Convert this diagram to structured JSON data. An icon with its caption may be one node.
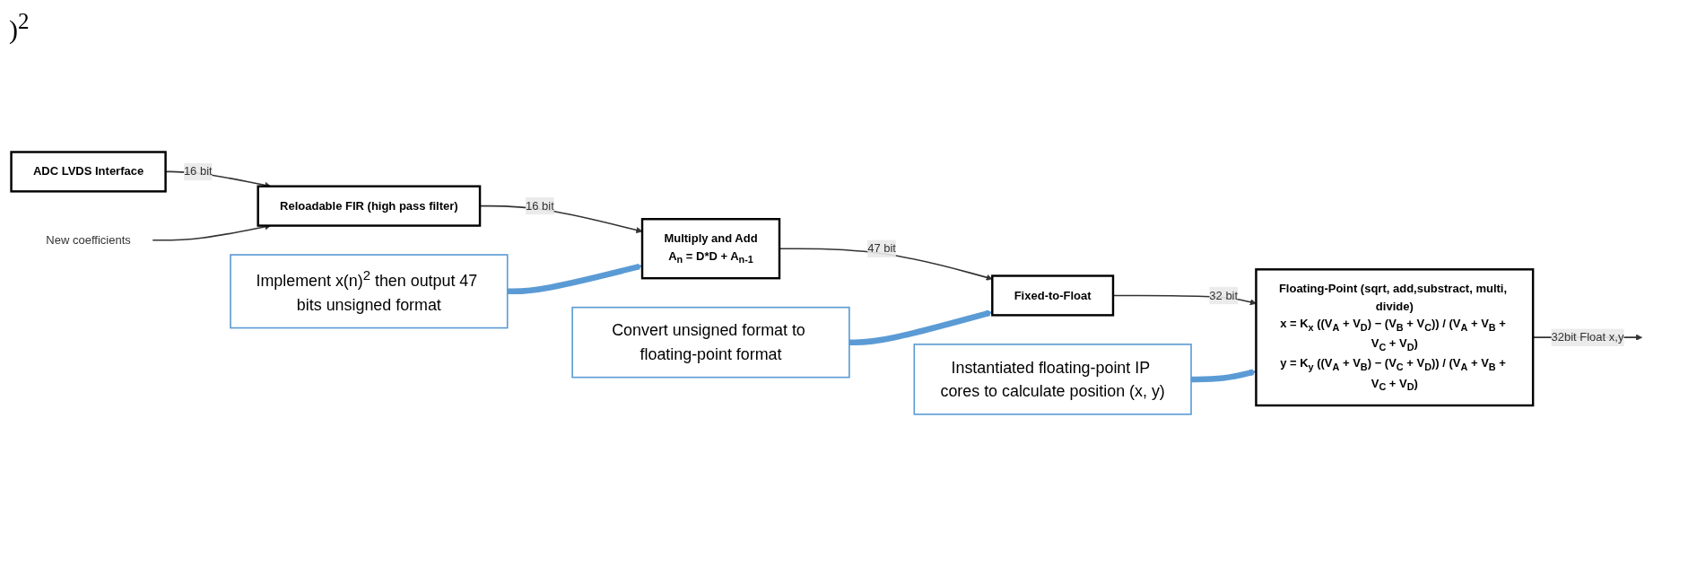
{
  "diagram": {
    "nodes": [
      {
        "text": [
          "Convert unsigned format to floating-point format"
        ]
      },
      {
        "text": [
          "Implement x(n)$^{2}$ then output 47 bits unsigned format"
        ]
      },
      {
        "text": [
          "Instantiated floating-point IP cores to calculate position (x, y)"
        ]
      },
      {
        "text": [
          "ADC LVDS Interface"
        ]
      },
      {
        "text": [
          "Reloadable FIR (high pass filter)"
        ]
      },
      {
        "text": [
          "Multiply and Add",
          "A$_{n}$ = D*D + A$_{n-1}$"
        ]
      },
      {
        "text": [
          "Fixed-to-Float"
        ]
      },
      {
        "text": [
          "Floating-Point (sqrt, add,substract, multi, divide)",
          "x = K$_{x}$ ((V$_{A}$ + V$_{D}$) − (V$_{B}$ + V$_{C}$)) / (V$_{A}$ + V$_{B}$ + V$_{C}$ + V$_{D}$)",
          "y = K$_{y}$ ((V$_{A}$ + V$_{B}$) − (V$_{C}$ + V$_{D}$)) / (V$_{A}$ + V$_{B}$ + V$_{C}$ + V$_{D}$)"
        ]
      },
      {
        "text": [
          "New coefficients"
        ]
      }
    ],
    "edges": [
      {
        "from": 3,
        "to": 4,
        "arrow": "to",
        "label": "16 bit"
      },
      {
        "from": 4,
        "to": 5,
        "arrow": "to",
        "label": "16 bit"
      },
      {
        "from": 5,
        "to": 6,
        "arrow": "to",
        "label": "47 bit"
      },
      {
        "from": 6,
        "to": 7,
        "arrow": "to",
        "label": "32 bit"
      },
      {
        "from": 7,
        "to": null,
        "arrow": "to",
        "label": "32bit Float x,y"
      },
      {
        "from": 8,
        "to": 4,
        "arrow": "to"
      },
      {
        "from": 1,
        "to": 5,
        "arrow": "to",
        "style": "thick",
        "color": "#5b9bd5"
      },
      {
        "from": 0,
        "to": 6,
        "arrow": "to",
        "style": "thick",
        "color": "#5b9bd5"
      },
      {
        "from": 2,
        "to": 7,
        "arrow": "to",
        "style": "thick",
        "color": "#5b9bd5"
      }
    ],
    "labels": [
      ")$^{2}$"
    ]
  }
}
